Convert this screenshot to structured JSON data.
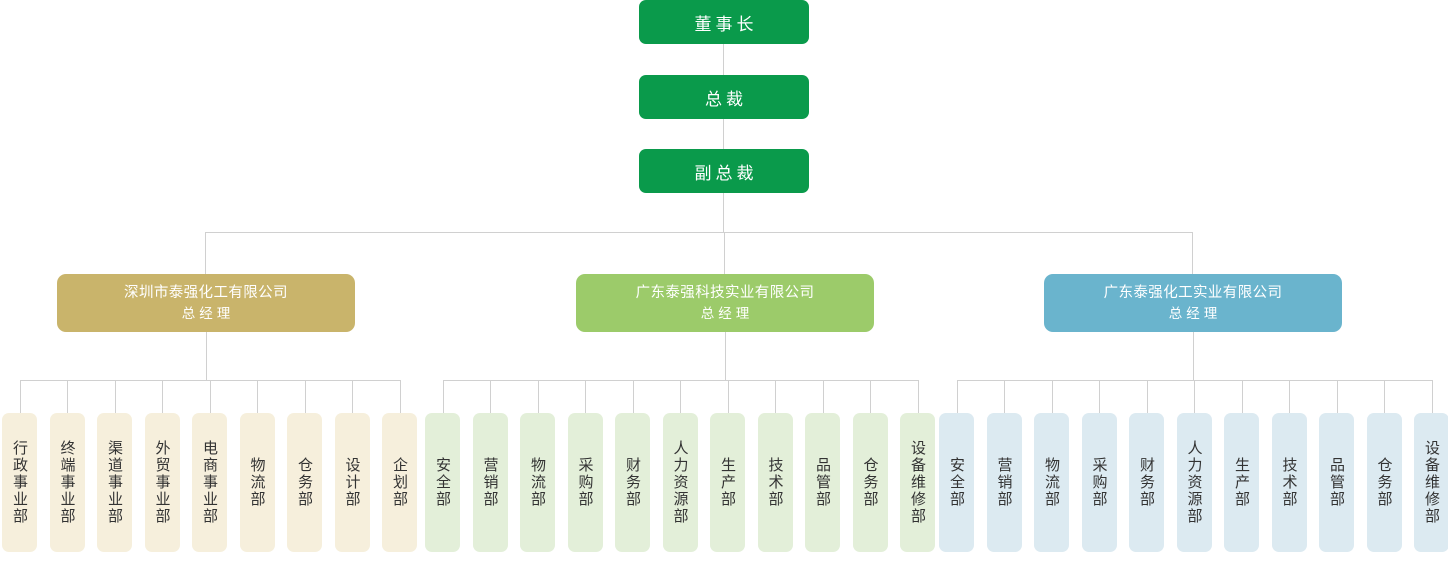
{
  "colors": {
    "exec": "#0a9a4b",
    "group_a_header": "#c9b46b",
    "group_a_dept": "#f6efdc",
    "group_b_header": "#9ccb6a",
    "group_b_dept": "#e3efd9",
    "group_c_header": "#6ab4cd",
    "group_c_dept": "#dceaf1",
    "connector": "#d0d0d0",
    "header_text": "#ffffff",
    "dept_text": "#333333"
  },
  "executives": [
    {
      "title": "董事长"
    },
    {
      "title": "总裁"
    },
    {
      "title": "副总裁"
    }
  ],
  "groups": [
    {
      "id": "group-a",
      "company": "深圳市泰强化工有限公司",
      "role": "总经理",
      "departments": [
        "行政事业部",
        "终端事业部",
        "渠道事业部",
        "外贸事业部",
        "电商事业部",
        "物流部",
        "仓务部",
        "设计部",
        "企划部"
      ]
    },
    {
      "id": "group-b",
      "company": "广东泰强科技实业有限公司",
      "role": "总经理",
      "departments": [
        "安全部",
        "营销部",
        "物流部",
        "采购部",
        "财务部",
        "人力资源部",
        "生产部",
        "技术部",
        "品管部",
        "仓务部",
        "设备维修部"
      ]
    },
    {
      "id": "group-c",
      "company": "广东泰强化工实业有限公司",
      "role": "总经理",
      "departments": [
        "安全部",
        "营销部",
        "物流部",
        "采购部",
        "财务部",
        "人力资源部",
        "生产部",
        "技术部",
        "品管部",
        "仓务部",
        "设备维修部"
      ]
    }
  ]
}
